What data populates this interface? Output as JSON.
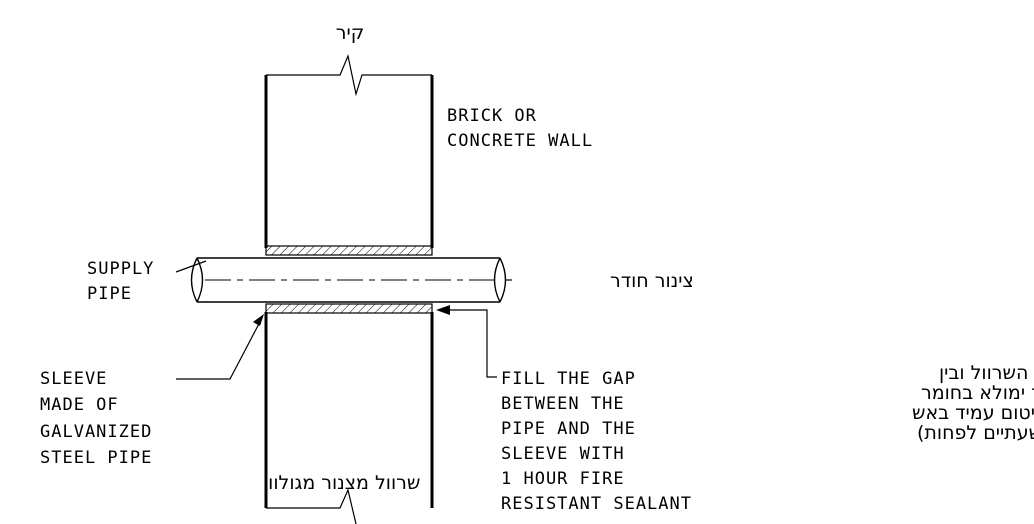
{
  "labels": {
    "wall_he": "קיר",
    "wall_en": [
      "BRICK OR",
      "CONCRETE WALL"
    ],
    "supply_pipe": [
      "SUPPLY",
      "PIPE"
    ],
    "pipe_he": "צינור חודר",
    "sleeve_en": [
      "SLEEVE",
      "MADE OF",
      "GALVANIZED",
      "STEEL PIPE"
    ],
    "sleeve_he": "שרוול מצנור מגולוון",
    "fill_en": [
      "FILL THE GAP",
      "BETWEEN THE",
      "PIPE AND THE",
      "SLEEVE WITH",
      "1 HOUR FIRE",
      "RESISTANT SEALANT"
    ],
    "fill_he": [
      "החלל בין השרוול ובין",
      "הצנור ימולא בחומר",
      "איטום עמיד באש",
      "(שעתיים לפחות)"
    ]
  },
  "colors": {
    "line": "#000000",
    "background": "#ffffff"
  }
}
